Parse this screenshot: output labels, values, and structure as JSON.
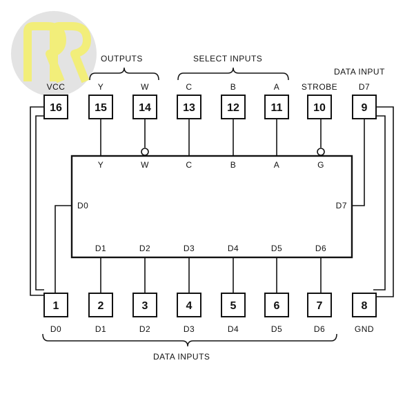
{
  "colors": {
    "logo_circle": "#e3e3e3",
    "logo_letters": "#f2ee7a",
    "ink": "#111111"
  },
  "group_labels": {
    "outputs": "OUTPUTS",
    "select_inputs": "SELECT INPUTS",
    "data_inputs": "DATA INPUTS",
    "data_input_d7": "DATA INPUT",
    "strobe": "STROBE"
  },
  "top_pins": [
    {
      "number": "16",
      "label": "VCC"
    },
    {
      "number": "15",
      "label": "Y"
    },
    {
      "number": "14",
      "label": "W"
    },
    {
      "number": "13",
      "label": "C"
    },
    {
      "number": "12",
      "label": "B"
    },
    {
      "number": "11",
      "label": "A"
    },
    {
      "number": "10",
      "label": "STROBE"
    },
    {
      "number": "9",
      "label": "D7"
    }
  ],
  "bottom_pins": [
    {
      "number": "1",
      "label": "D0"
    },
    {
      "number": "2",
      "label": "D1"
    },
    {
      "number": "3",
      "label": "D2"
    },
    {
      "number": "4",
      "label": "D3"
    },
    {
      "number": "5",
      "label": "D4"
    },
    {
      "number": "6",
      "label": "D5"
    },
    {
      "number": "7",
      "label": "D6"
    },
    {
      "number": "8",
      "label": "GND"
    }
  ],
  "chip_labels": {
    "top": [
      "Y",
      "W",
      "C",
      "B",
      "A",
      "G"
    ],
    "bottom": [
      "D1",
      "D2",
      "D3",
      "D4",
      "D5",
      "D6"
    ],
    "left": "D0",
    "right": "D7"
  },
  "logo": {
    "name": "logo-icon",
    "letters": "RR"
  }
}
